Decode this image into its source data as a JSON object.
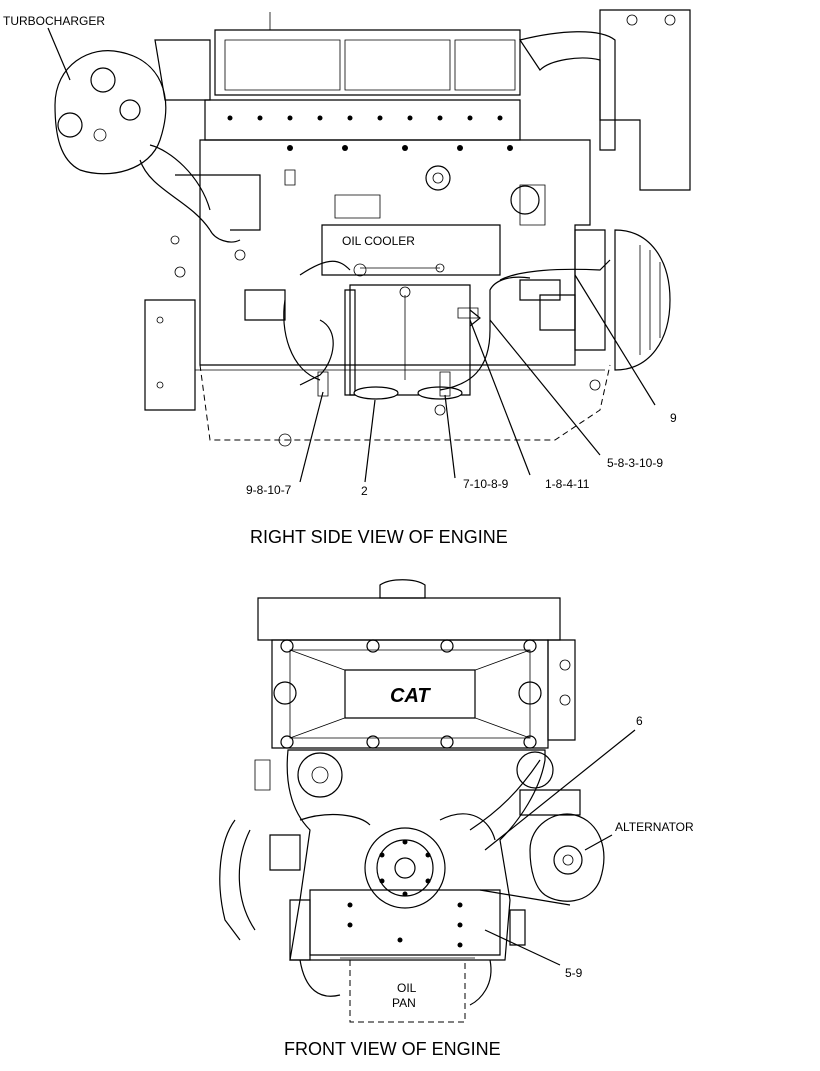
{
  "right_view": {
    "title": "RIGHT SIDE VIEW OF ENGINE",
    "labels": {
      "turbocharger": "TURBOCHARGER",
      "oil_cooler": "OIL COOLER",
      "callout_9": "9",
      "callout_5_8_3_10_9": "5-8-3-10-9",
      "callout_9_8_10_7": "9-8-10-7",
      "callout_2": "2",
      "callout_7_10_8_9": "7-10-8-9",
      "callout_1_8_4_11": "1-8-4-11"
    }
  },
  "front_view": {
    "title": "FRONT VIEW OF ENGINE",
    "labels": {
      "callout_6": "6",
      "alternator": "ALTERNATOR",
      "callout_5_9": "5-9",
      "oil_pan_line1": "OIL",
      "oil_pan_line2": "PAN"
    }
  }
}
